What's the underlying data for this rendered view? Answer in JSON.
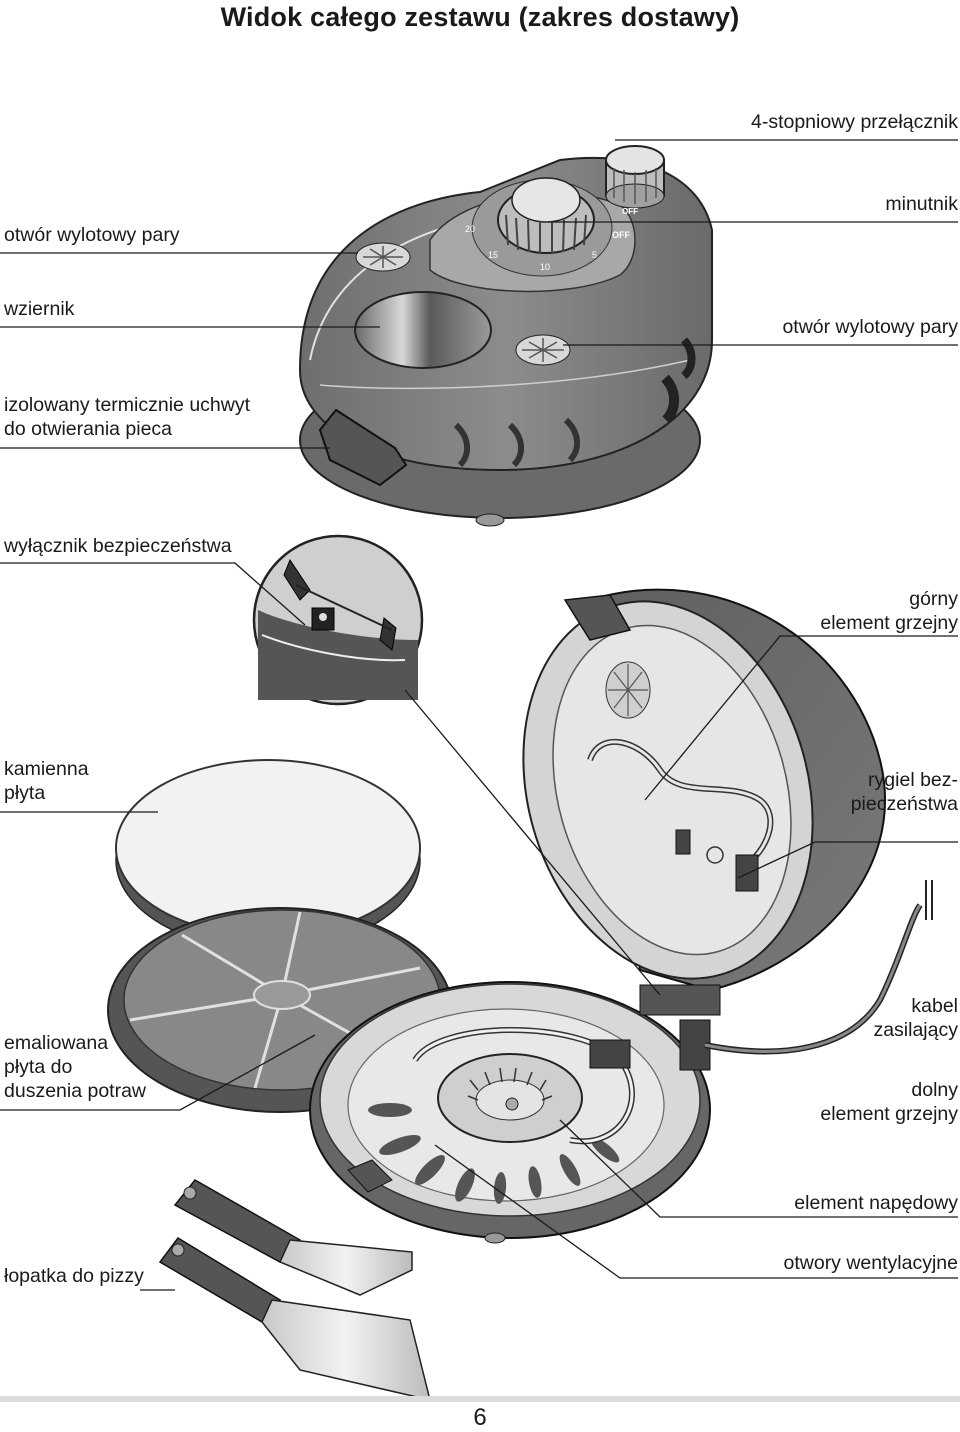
{
  "page": {
    "title": "Widok całego zestawu (zakres dostawy)",
    "page_number": "6"
  },
  "labels": {
    "switch_4step": "4-stopniowy przełącznik",
    "timer": "minutnik",
    "steam_outlet_left": "otwór wylotowy pary",
    "steam_outlet_right": "otwór wylotowy pary",
    "window": "wziernik",
    "handle": "izolowany termicznie uchwyt\ndo otwierania pieca",
    "safety_switch": "wyłącznik bezpieczeństwa",
    "upper_heater": "górny\nelement grzejny",
    "stone": "kamienna\npłyta",
    "safety_latch": "rygiel bez-\npieczeństwa",
    "enamel_plate": "emaliowana\npłyta do\nduszenia potraw",
    "power_cable": "kabel\nzasilający",
    "lower_heater": "dolny\nelement grzejny",
    "drive": "element napędowy",
    "vents": "otwory wentylacyjne",
    "peel": "łopatka do pizzy"
  },
  "dial_marks": {
    "off": "OFF",
    "n5": "5",
    "n10": "10",
    "n15": "15",
    "n20": "20"
  },
  "colors": {
    "body_dark": "#5a5a5a",
    "body_mid": "#8a8a8a",
    "body_light": "#bdbdbd",
    "line": "#1a1a1a"
  }
}
